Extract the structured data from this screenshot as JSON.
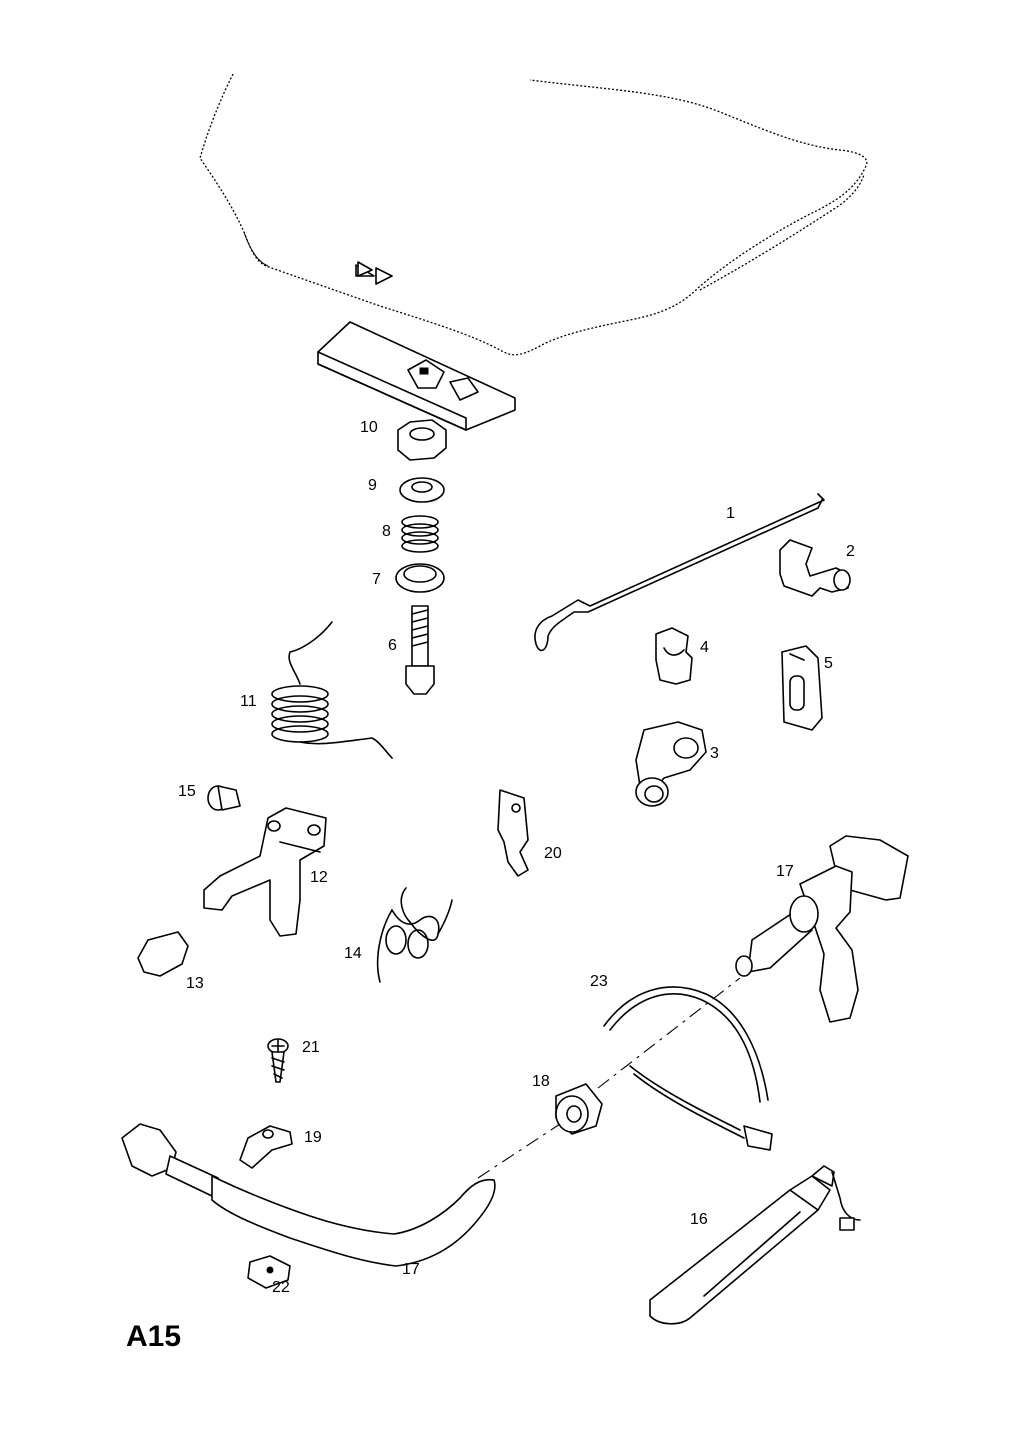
{
  "diagram_code": "A15",
  "callouts": {
    "p1": "1",
    "p2": "2",
    "p3": "3",
    "p4": "4",
    "p5": "5",
    "p6": "6",
    "p7": "7",
    "p8": "8",
    "p9": "9",
    "p10": "10",
    "p11": "11",
    "p12": "12",
    "p13": "13",
    "p14": "14",
    "p15": "15",
    "p16": "16",
    "p17a": "17",
    "p17b": "17",
    "p18": "18",
    "p19": "19",
    "p20": "20",
    "p21": "21",
    "p22": "22",
    "p23": "23"
  }
}
